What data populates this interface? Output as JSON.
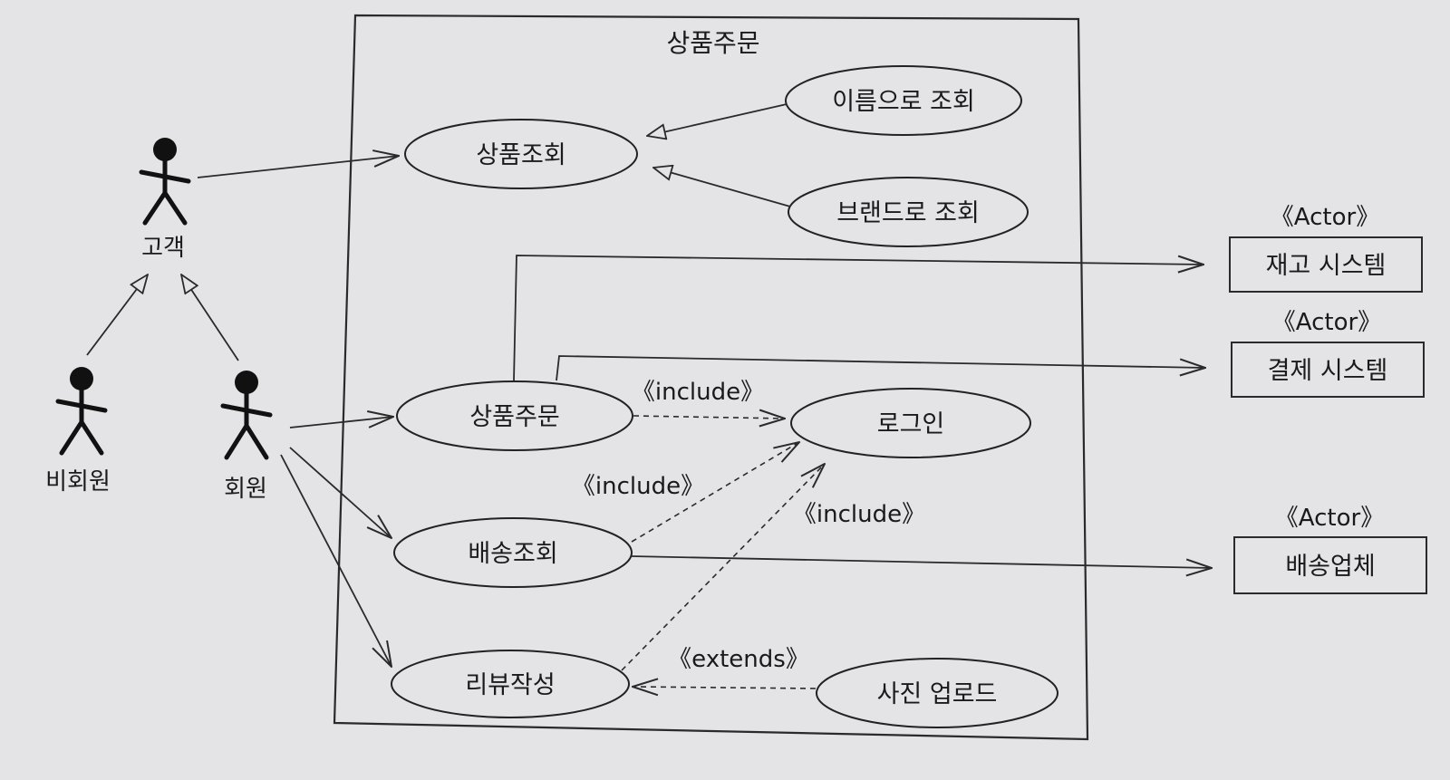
{
  "system": {
    "title": "상품주문"
  },
  "actors": {
    "customer": "고객",
    "non_member": "비회원",
    "member": "회원"
  },
  "use_cases": {
    "product_search": "상품조회",
    "search_by_name": "이름으로 조회",
    "search_by_brand": "브랜드로 조회",
    "product_order": "상품주문",
    "login": "로그인",
    "delivery_search": "배송조회",
    "write_review": "리뷰작성",
    "photo_upload": "사진 업로드"
  },
  "relations": {
    "include_1": "《include》",
    "include_2": "《include》",
    "include_3": "《include》",
    "extends": "《extends》"
  },
  "external_actors": {
    "inventory": {
      "stereotype": "《Actor》",
      "name": "재고 시스템"
    },
    "payment": {
      "stereotype": "《Actor》",
      "name": "결제 시스템"
    },
    "shipping": {
      "stereotype": "《Actor》",
      "name": "배송업체"
    }
  }
}
